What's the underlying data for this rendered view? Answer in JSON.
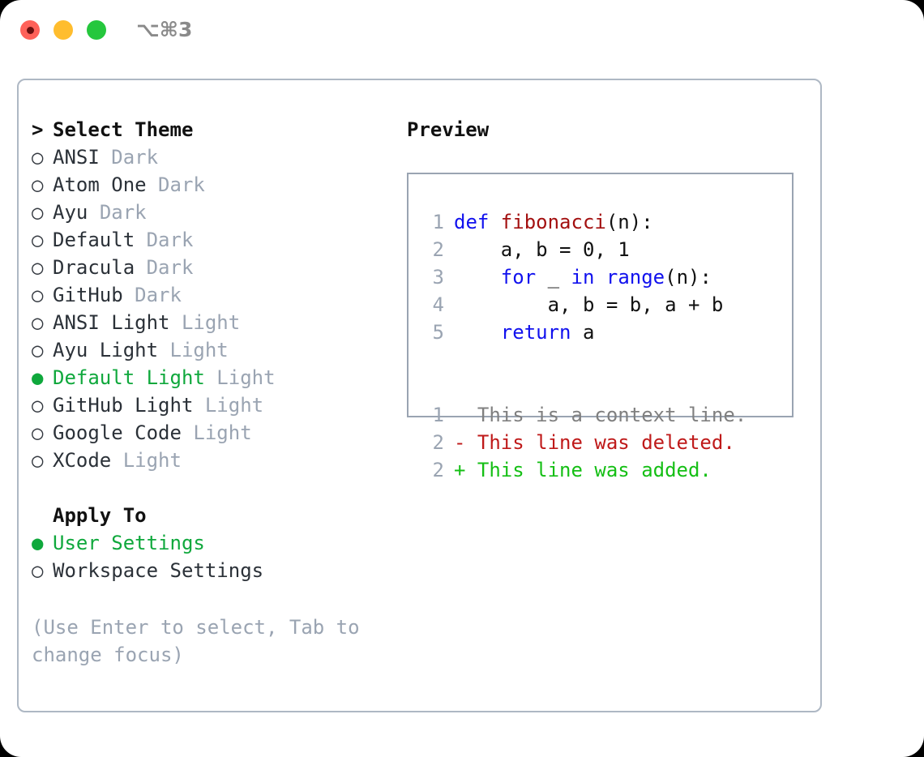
{
  "titlebar": {
    "shortcut": "⌥⌘3",
    "buttons": [
      {
        "name": "close",
        "color": "#ff6159"
      },
      {
        "name": "minimize",
        "color": "#ffbd2e"
      },
      {
        "name": "maximize",
        "color": "#25c73d"
      }
    ]
  },
  "theme_picker": {
    "header_marker": ">",
    "header": "Select Theme",
    "unselected_marker": "○",
    "selected_marker": "●",
    "items": [
      {
        "marker": "○",
        "name": "ANSI",
        "tag": "Dark",
        "selected": false
      },
      {
        "marker": "○",
        "name": "Atom One",
        "tag": "Dark",
        "selected": false
      },
      {
        "marker": "○",
        "name": "Ayu",
        "tag": "Dark",
        "selected": false
      },
      {
        "marker": "○",
        "name": "Default",
        "tag": "Dark",
        "selected": false
      },
      {
        "marker": "○",
        "name": "Dracula",
        "tag": "Dark",
        "selected": false
      },
      {
        "marker": "○",
        "name": "GitHub",
        "tag": "Dark",
        "selected": false
      },
      {
        "marker": "○",
        "name": "ANSI Light",
        "tag": "Light",
        "selected": false
      },
      {
        "marker": "○",
        "name": "Ayu Light",
        "tag": "Light",
        "selected": false
      },
      {
        "marker": "●",
        "name": "Default Light",
        "tag": "Light",
        "selected": true
      },
      {
        "marker": "○",
        "name": "GitHub Light",
        "tag": "Light",
        "selected": false
      },
      {
        "marker": "○",
        "name": "Google Code",
        "tag": "Light",
        "selected": false
      },
      {
        "marker": "○",
        "name": "XCode",
        "tag": "Light",
        "selected": false
      }
    ]
  },
  "apply_to": {
    "header": "Apply To",
    "items": [
      {
        "marker": "●",
        "label": "User Settings",
        "selected": true
      },
      {
        "marker": "○",
        "label": "Workspace Settings",
        "selected": false
      }
    ]
  },
  "hint": "(Use Enter to select, Tab to change focus)",
  "preview": {
    "title": "Preview",
    "code": [
      {
        "num": "1",
        "parts": [
          {
            "t": "def ",
            "c": "kw"
          },
          {
            "t": "fibonacci",
            "c": "fn"
          },
          {
            "t": "(n):",
            "c": "pl"
          }
        ]
      },
      {
        "num": "2",
        "parts": [
          {
            "t": "    a, b = 0, 1",
            "c": "pl"
          }
        ]
      },
      {
        "num": "3",
        "parts": [
          {
            "t": "    ",
            "c": "pl"
          },
          {
            "t": "for",
            "c": "kw"
          },
          {
            "t": " _ ",
            "c": "pl"
          },
          {
            "t": "in",
            "c": "kw"
          },
          {
            "t": " ",
            "c": "pl"
          },
          {
            "t": "range",
            "c": "kw"
          },
          {
            "t": "(n):",
            "c": "pl"
          }
        ]
      },
      {
        "num": "4",
        "parts": [
          {
            "t": "        a, b = b, a + b",
            "c": "pl"
          }
        ]
      },
      {
        "num": "5",
        "parts": [
          {
            "t": "    ",
            "c": "pl"
          },
          {
            "t": "return",
            "c": "kw"
          },
          {
            "t": " a",
            "c": "pl"
          }
        ]
      }
    ],
    "diff": [
      {
        "num": "1",
        "text": "  This is a context line.",
        "cls": "ctx"
      },
      {
        "num": "2",
        "text": "- This line was deleted.",
        "cls": "del"
      },
      {
        "num": "2",
        "text": "+ This line was added.",
        "cls": "add"
      }
    ]
  },
  "colors": {
    "accent_green": "#0fa83c",
    "muted_gray": "#9aa4b2",
    "keyword_blue": "#1111ee",
    "function_red": "#a31010",
    "diff_deleted": "#bf1a1a",
    "diff_added": "#15bf15",
    "border": "#aeb8c4"
  }
}
